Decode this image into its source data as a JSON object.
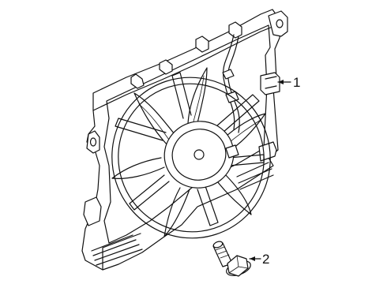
{
  "callouts": [
    {
      "number": "1",
      "part": "fan-shroud-assembly"
    },
    {
      "number": "2",
      "part": "bolt"
    }
  ]
}
